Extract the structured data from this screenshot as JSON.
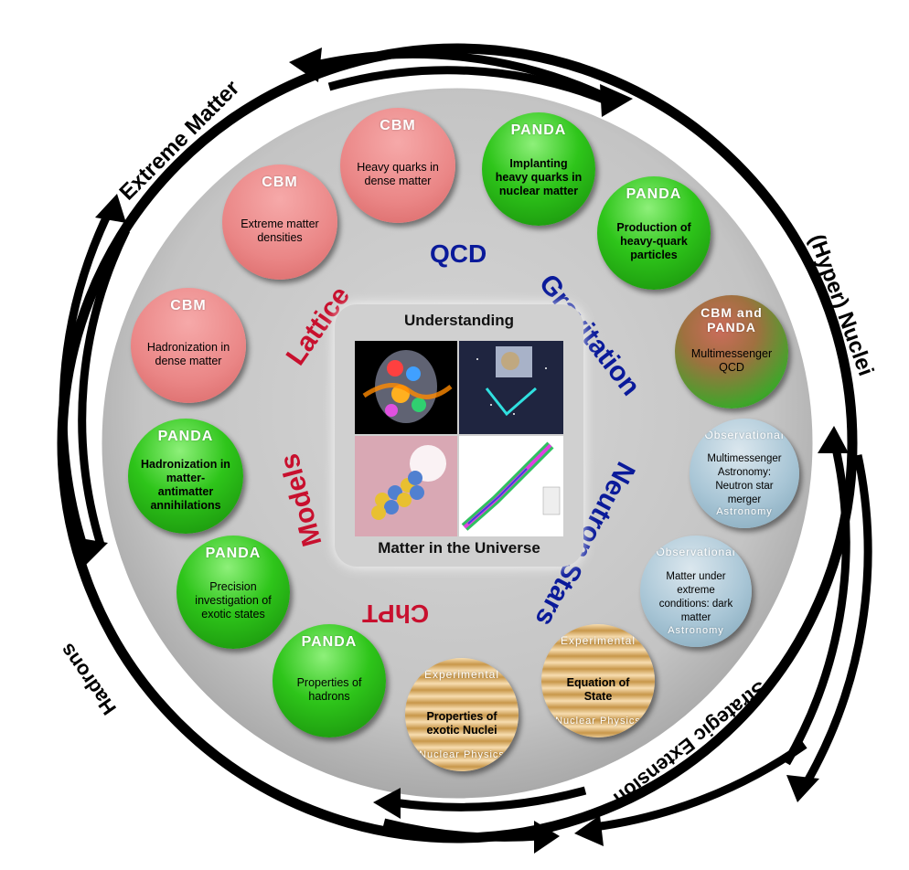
{
  "outer_labels": {
    "extreme_matter": "Extreme Matter",
    "hyper_nuclei": "(Hyper) Nuclei",
    "hadrons": "Hadrons",
    "strategic_extension": "Strategic Extension"
  },
  "arc_labels": {
    "qcd": "QCD",
    "gravitation": "Gravitation",
    "neutron_stars": "Neutron Stars",
    "lattice": "Lattice",
    "models": "Models",
    "chpt": "ChPT"
  },
  "center": {
    "top": "Understanding",
    "bottom": "Matter in the Universe"
  },
  "bubbles": [
    {
      "tag": "CBM",
      "text": "Heavy quarks in dense matter"
    },
    {
      "tag": "PANDA",
      "text": "Implanting heavy quarks in nuclear matter"
    },
    {
      "tag": "PANDA",
      "text": "Production of heavy-quark particles"
    },
    {
      "tag": "CBM and PANDA",
      "text": "Multimessenger QCD"
    },
    {
      "tag": "Observational",
      "tag2": "Astronomy",
      "text": "Multimessenger Astronomy: Neutron star merger"
    },
    {
      "tag": "Observational",
      "tag2": "Astronomy",
      "text": "Matter under extreme conditions: dark matter"
    },
    {
      "tag": "Experimental",
      "tag2": "Nuclear Physics",
      "text": "Equation of State"
    },
    {
      "tag": "Experimental",
      "tag2": "Nuclear Physics",
      "text": "Properties of exotic Nuclei"
    },
    {
      "tag": "PANDA",
      "text": "Properties of hadrons"
    },
    {
      "tag": "PANDA",
      "text": "Precision investigation of exotic states"
    },
    {
      "tag": "PANDA",
      "text": "Hadronization in matter-antimatter annihilations"
    },
    {
      "tag": "CBM",
      "text": "Hadronization in dense matter"
    },
    {
      "tag": "CBM",
      "text": "Extreme matter densities"
    }
  ],
  "colors": {
    "cbm": "#ea8686",
    "panda": "#2ec51a",
    "observational": "#a9c6d6",
    "experimental": "#e0b572",
    "theory_red": "#c8102e",
    "theory_blue": "#0a1a9a",
    "ring": "#000000",
    "disk": "#c9c9c9"
  }
}
